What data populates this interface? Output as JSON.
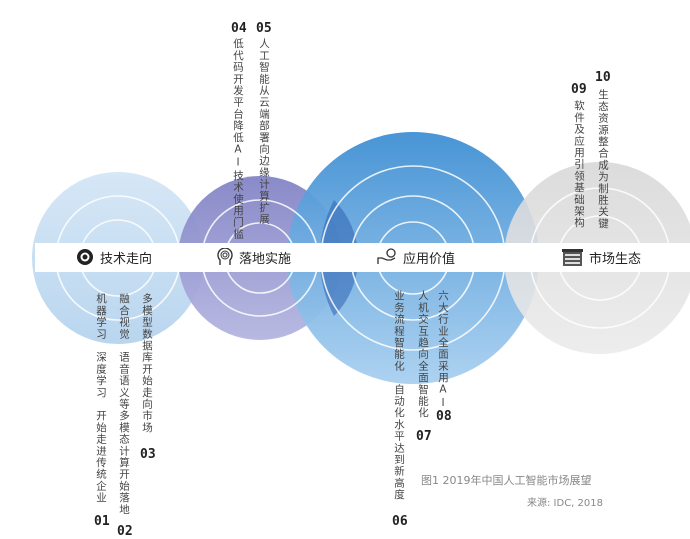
{
  "colors": {
    "circle1": "#c7def2",
    "circle2": "#8f90cc",
    "circle3": "#4b9bd9",
    "circle4": "#dedede"
  },
  "categories": [
    {
      "label": "技术走向",
      "icon": "brain-gear-icon"
    },
    {
      "label": "落地实施",
      "icon": "head-fingerprint-icon"
    },
    {
      "label": "应用价值",
      "icon": "hand-coin-icon"
    },
    {
      "label": "市场生态",
      "icon": "building-icon"
    }
  ],
  "trends": [
    {
      "num": "01",
      "text": "机器学习　深度学习　开始走进传统企业"
    },
    {
      "num": "02",
      "text": "融合视觉　语音语义等多模态计算开始落地"
    },
    {
      "num": "03",
      "text": "多模型数据库开始走向市场"
    },
    {
      "num": "04",
      "text": "低代码开发平台降低AI技术使用门槛"
    },
    {
      "num": "05",
      "text": "人工智能从云端部署向边缘计算扩展"
    },
    {
      "num": "06",
      "text": "业务流程智能化　自动化水平达到新高度"
    },
    {
      "num": "07",
      "text": "人机交互趋向全面智能化"
    },
    {
      "num": "08",
      "text": "六大行业全面采用AI"
    },
    {
      "num": "09",
      "text": "软件及应用引领基础架构"
    },
    {
      "num": "10",
      "text": "生态资源整合成为制胜关键"
    }
  ],
  "caption": "图1 2019年中国人工智能市场展望",
  "source": "来源: IDC, 2018"
}
